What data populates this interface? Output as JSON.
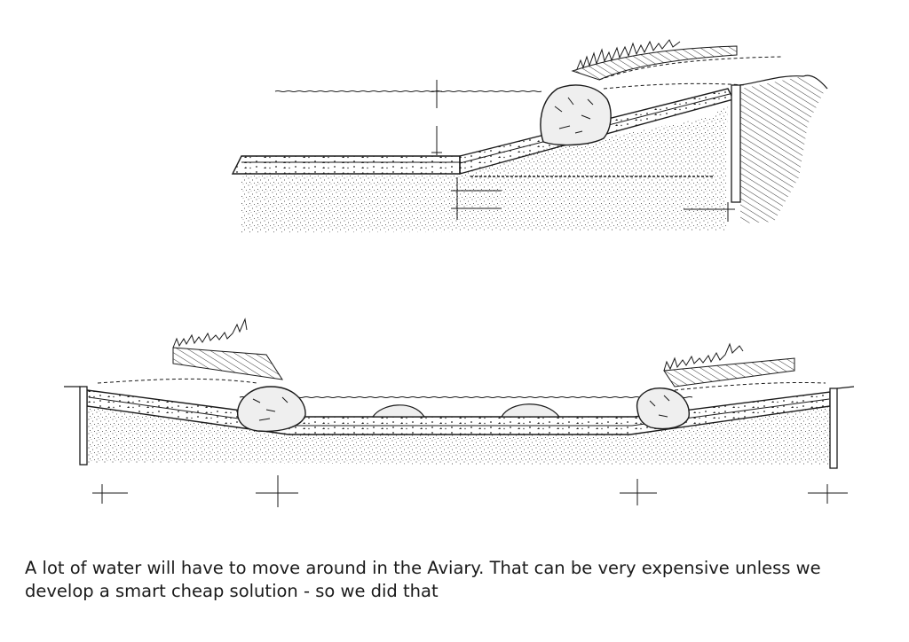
{
  "caption": "A lot of water will have to move around in the Aviary. That can be very expensive unless we develop a smart cheap solution - so we did that",
  "colors": {
    "ink": "#1a1a1a",
    "stone_fill": "#efefef",
    "background": "#ffffff"
  },
  "figures": [
    {
      "name": "single-sided-stream-edge-section"
    },
    {
      "name": "two-sided-channel-section"
    }
  ]
}
